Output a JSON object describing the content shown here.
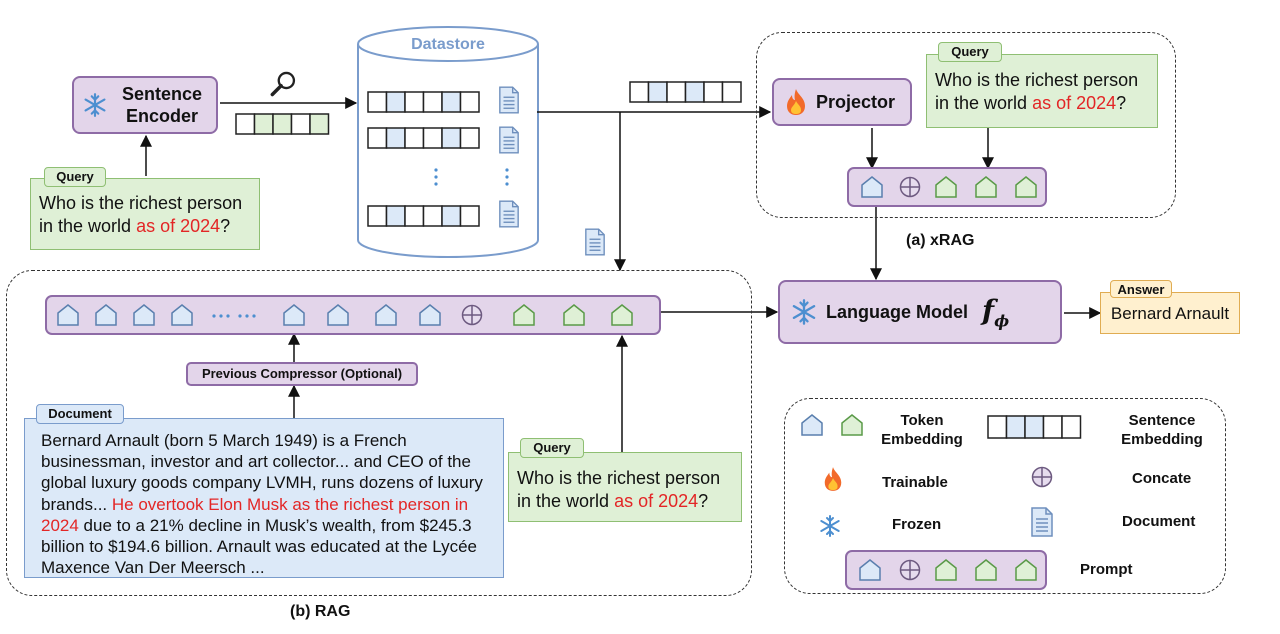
{
  "datastore": {
    "title": "Datastore"
  },
  "encoder": {
    "label": "Sentence Encoder"
  },
  "query_main": {
    "tag": "Query",
    "text1": "Who is the richest person",
    "text2": "in the world ",
    "highlight": "as of 2024",
    "end": "?"
  },
  "xrag": {
    "caption": "(a) xRAG",
    "projector": "Projector",
    "query": {
      "tag": "Query",
      "text1": "Who is the richest person",
      "text2": "in the world ",
      "highlight": "as of 2024",
      "end": "?"
    }
  },
  "lm": {
    "label": "Language Model",
    "symbol": "f",
    "subscript": "ϕ"
  },
  "answer": {
    "tag": "Answer",
    "text": "Bernard Arnault"
  },
  "rag": {
    "caption": "(b) RAG",
    "compressor": "Previous Compressor (Optional)",
    "query": {
      "tag": "Query",
      "text1": "Who is the richest person",
      "text2": "in the world ",
      "highlight": "as of 2024",
      "end": "?"
    },
    "document": {
      "tag": "Document",
      "part1": "Bernard Arnault (born 5 March 1949) is a French businessman, investor and art collector... and CEO of the global luxury goods company LVMH, runs dozens of luxury brands... ",
      "highlight": "He overtook Elon Musk as the richest person in 2024",
      "part2": " due to a 21% decline in Musk’s wealth, from $245.3 billion to $194.6 billion. Arnault was educated at the Lycée Maxence Van Der Meersch ..."
    }
  },
  "legend": {
    "token_embedding": "Token Embedding",
    "sentence_embedding": "Sentence Embedding",
    "trainable": "Trainable",
    "concate": "Concate",
    "frozen": "Frozen",
    "document": "Document",
    "prompt": "Prompt"
  },
  "colors": {
    "purple_fill": "#e3d5ea",
    "purple_border": "#8e6ba6",
    "green_fill": "#dff0d6",
    "blue_fill": "#dce9f8",
    "highlight_red": "#e32626"
  },
  "icons": [
    "snowflake-icon",
    "fire-icon",
    "search-icon",
    "document-icon",
    "token-pentagon-icon",
    "concat-plus-icon"
  ]
}
